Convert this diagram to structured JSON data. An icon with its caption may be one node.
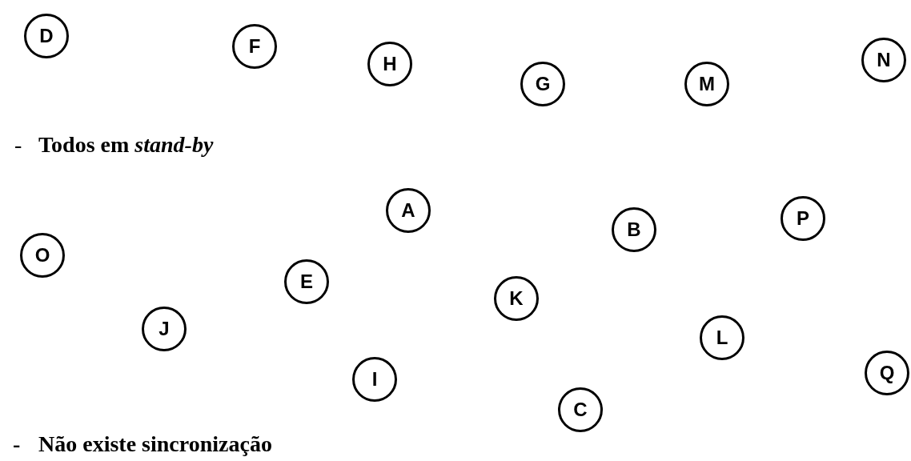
{
  "diagram": {
    "nodes": [
      {
        "text": [
          "D"
        ]
      },
      {
        "text": [
          "F"
        ]
      },
      {
        "text": [
          "H"
        ]
      },
      {
        "text": [
          "G"
        ]
      },
      {
        "text": [
          "M"
        ]
      },
      {
        "text": [
          "N"
        ]
      },
      {
        "text": [
          "A"
        ]
      },
      {
        "text": [
          "B"
        ]
      },
      {
        "text": [
          "P"
        ]
      },
      {
        "text": [
          "O"
        ]
      },
      {
        "text": [
          "E"
        ]
      },
      {
        "text": [
          "K"
        ]
      },
      {
        "text": [
          "J"
        ]
      },
      {
        "text": [
          "L"
        ]
      },
      {
        "text": [
          "Q"
        ]
      },
      {
        "text": [
          "I"
        ]
      },
      {
        "text": [
          "C"
        ]
      }
    ],
    "labels": [
      "-",
      "Todos em *stand-by*",
      "-",
      "Não existe sincronização"
    ]
  }
}
